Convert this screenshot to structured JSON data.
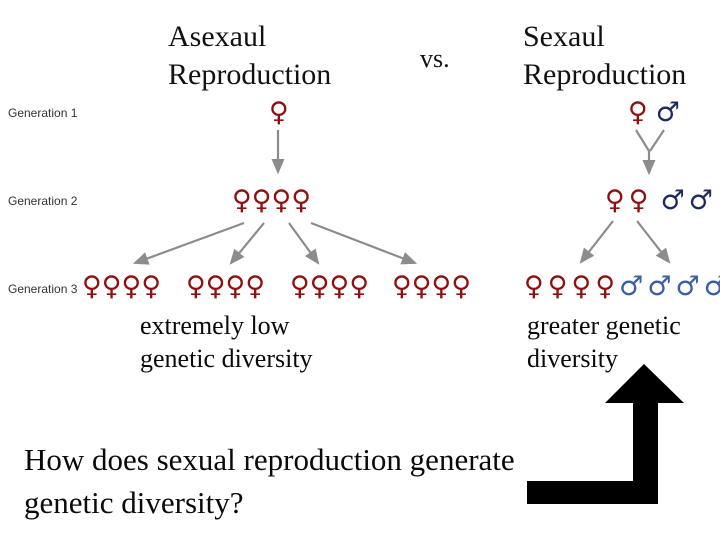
{
  "header": {
    "left_title_line1": "Asexaul",
    "left_title_line2": "Reproduction",
    "vs": "vs.",
    "right_title_line1": "Sexaul",
    "right_title_line2": "Reproduction"
  },
  "generation_labels": {
    "gen1": "Generation 1",
    "gen2": "Generation 2",
    "gen3": "Generation 3"
  },
  "left_diagram": {
    "gen1_females": "♀",
    "gen2_females": "♀♀♀♀",
    "gen3_group1": "♀♀♀♀",
    "gen3_group2": "♀♀♀♀",
    "gen3_group3": "♀♀♀♀",
    "gen3_group4": "♀♀♀♀",
    "caption_line1": "extremely low",
    "caption_line2": "genetic diversity"
  },
  "right_diagram": {
    "gen1_females": "♀",
    "gen1_males": "♂",
    "gen2_females": "♀♀",
    "gen2_males": "♂♂",
    "gen3_females": "♀♀♀♀",
    "gen3_males": "♂♂♂♂",
    "caption_line1": "greater genetic",
    "caption_line2": "diversity"
  },
  "question": {
    "line1": "How does sexual reproduction generate",
    "line2": "genetic diversity?"
  },
  "colors": {
    "female": "#8e1010",
    "male_dark": "#1c2b5e",
    "male_light": "#3a5fa5",
    "arrow_gray": "#8c8c8c",
    "highlight_arrow": "#000000"
  }
}
